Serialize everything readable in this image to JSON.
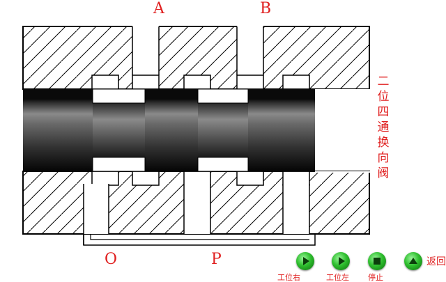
{
  "ports": {
    "a": "A",
    "b": "B",
    "o": "O",
    "p": "P"
  },
  "title_chars": [
    "二",
    "位",
    "四",
    "通",
    "换",
    "向",
    "阀"
  ],
  "controls": {
    "work1": "工位右",
    "work2": "工位左",
    "stop": "停止",
    "return": "返回"
  },
  "colors": {
    "label": "#e02020",
    "button": "#2fbf2f",
    "hatch": "#000000",
    "spool_dark": "#111111",
    "spool_mid": "#555555"
  },
  "icons": {
    "play1": "play-triangle-icon",
    "play2": "play-triangle-icon",
    "stop": "stop-square-icon",
    "return": "up-triangle-icon"
  }
}
